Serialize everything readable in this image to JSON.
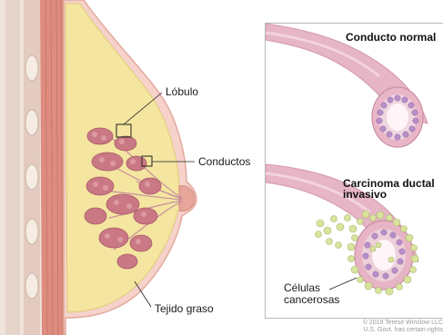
{
  "labels": {
    "lobule": "Lóbulo",
    "ducts": "Conductos",
    "fatty_tissue": "Tejido graso",
    "normal_duct": "Conducto normal",
    "idc_line1": "Carcinoma ductal",
    "idc_line2": "invasivo",
    "cancer_cells_line1": "Células",
    "cancer_cells_line2": "cancerosas"
  },
  "credit": {
    "line1": "© 2019 Terese Winslow LLC",
    "line2": "U.S. Govt. has certain rights"
  },
  "colors": {
    "skin": "#f6d6cf",
    "skin_edge": "#e9b9ac",
    "fat": "#f4e7a6",
    "fat_edge": "#e2cf7c",
    "muscle": "#df8d80",
    "muscle_dark": "#c46d60",
    "rib": "#eadbd3",
    "lobule": "#c97b86",
    "duct_wall": "#e9b7c8",
    "cell": "#b98fc6",
    "cancer_cell": "#d8e4a0"
  }
}
